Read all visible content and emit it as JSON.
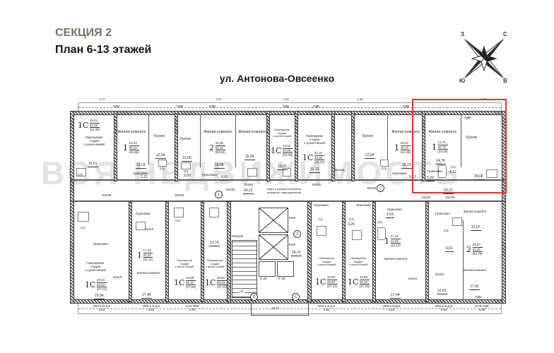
{
  "header": {
    "section": "СЕКЦИЯ 2",
    "plan": "План 6-13 этажей",
    "street": "ул. Антонова-Овсеенко"
  },
  "compass": {
    "n": "С",
    "e": "В",
    "s": "Ю",
    "w": "З"
  },
  "watermark": "ВСЯ НЕДВИЖИМОСТЬ",
  "colors": {
    "highlight": "#e0352b",
    "wall": "#474747",
    "watermark": "#d2d2d2"
  },
  "shared": {
    "studio_room": "Помещение\nстудии\nс кухне-нишей",
    "living": "Жилая комната",
    "kitchen": "Кухня",
    "hall": "Прихожая",
    "wc": "С/у",
    "pdb": "ПДБ",
    "eis30": "EIS30",
    "eis60": "EIS60",
    "exit": "Выход"
  },
  "dims_top": [
    "3,16",
    "2,88",
    "2,88",
    "2,88",
    "3,38"
  ],
  "windows_bottom": [
    "ОК6 и Б,Д в\n2,62",
    "ОК6 и Б,Д в\n2,62",
    "6,01 ОК6\n2,40",
    "ОК6 и Б,Д в\n2,62",
    "ОК6 и Б,Д в\n2,62",
    "ОК6 и Б,Д в\n2,62",
    "Е,ГВ ОК6\n3,06"
  ],
  "apartments": {
    "top": [
      {
        "type": "1С",
        "areas": [
          "15,61",
          "22,42",
          "(24,08)"
        ],
        "callout": "15,61"
      },
      {
        "type": "1",
        "areas": [
          "18,23",
          "40,14",
          "(41,58)"
        ],
        "living_area": "18,23",
        "kitchen_area": "12,09",
        "hall_area": "5,22"
      },
      {
        "type": "2",
        "areas": [
          "34,48",
          "61,10",
          "(62,54)"
        ],
        "kitchen_area": "13,00",
        "living1_area": "18,96",
        "living2_area": "15,54",
        "hall_area": "8,65",
        "wc_area": "3,00"
      },
      {
        "type": "1С",
        "areas": [
          "13,02",
          "20,48",
          "(21,48)"
        ],
        "callout": "13,02"
      },
      {
        "type": "1С",
        "areas": [
          "31,22",
          "34,35",
          "(36,14)"
        ],
        "callout": "31,22"
      },
      {
        "type": "1",
        "areas": [
          "18,23",
          "40,14",
          "(41,58)"
        ],
        "living_area": "18,23",
        "kitchen_area": "12,09",
        "hall_area": "5,12"
      },
      {
        "type": "1",
        "areas": [
          "14,76",
          "42,78",
          "(44,45)"
        ],
        "living_area": "14,76",
        "kitchen_area": "18,68",
        "hall_area": "5,20",
        "wc_area": "4,12"
      }
    ],
    "bottom": [
      {
        "type": "1С",
        "areas": [
          "19,94",
          "26,53",
          "(27,13)"
        ],
        "callout": "19,94"
      },
      {
        "type": "1",
        "areas": [
          "17,44",
          "41,32",
          "(42,11)"
        ],
        "callout": "17,44"
      },
      {
        "type": "1С",
        "areas": [
          "19,89",
          "26,34",
          "(27,03)"
        ]
      },
      {
        "type": "1С",
        "areas": [
          "19,94",
          "26,53",
          "(27,13)"
        ],
        "dim": "13,74"
      },
      {
        "type": "1С",
        "areas": [
          "19,94",
          "26,53",
          "(27,12)"
        ]
      },
      {
        "type": "1С",
        "areas": [
          "19,89",
          "26,34",
          "(27,03)"
        ],
        "wc_area": "3,26"
      },
      {
        "type": "1",
        "areas": [
          "17,44",
          "41,35",
          "(42,14)"
        ],
        "hall_area": "4,53",
        "callout": "17,44"
      },
      {
        "type": "2",
        "areas": [
          "29,67",
          "53,26",
          "(54,79)"
        ],
        "living1_area": "12,07",
        "living2_area": "17,60",
        "kitchen_area": "12,61",
        "hall_area": "6,61"
      }
    ]
  },
  "core": {
    "elevator": "EI60",
    "shaft": "Е 30",
    "stairs": "Н1",
    "stairs_id": "ЛЛ1(20)",
    "fire_note": "лифт в режиме перевозки\nпожарных подразделений",
    "dim1": "24,12",
    "dim2": "26,73",
    "dim3": "25,37",
    "entry_dim": "15,71"
  },
  "corridor": {
    "m1": "1",
    "m2": "2",
    "m3": "3",
    "m5": "5",
    "m6": "6"
  }
}
